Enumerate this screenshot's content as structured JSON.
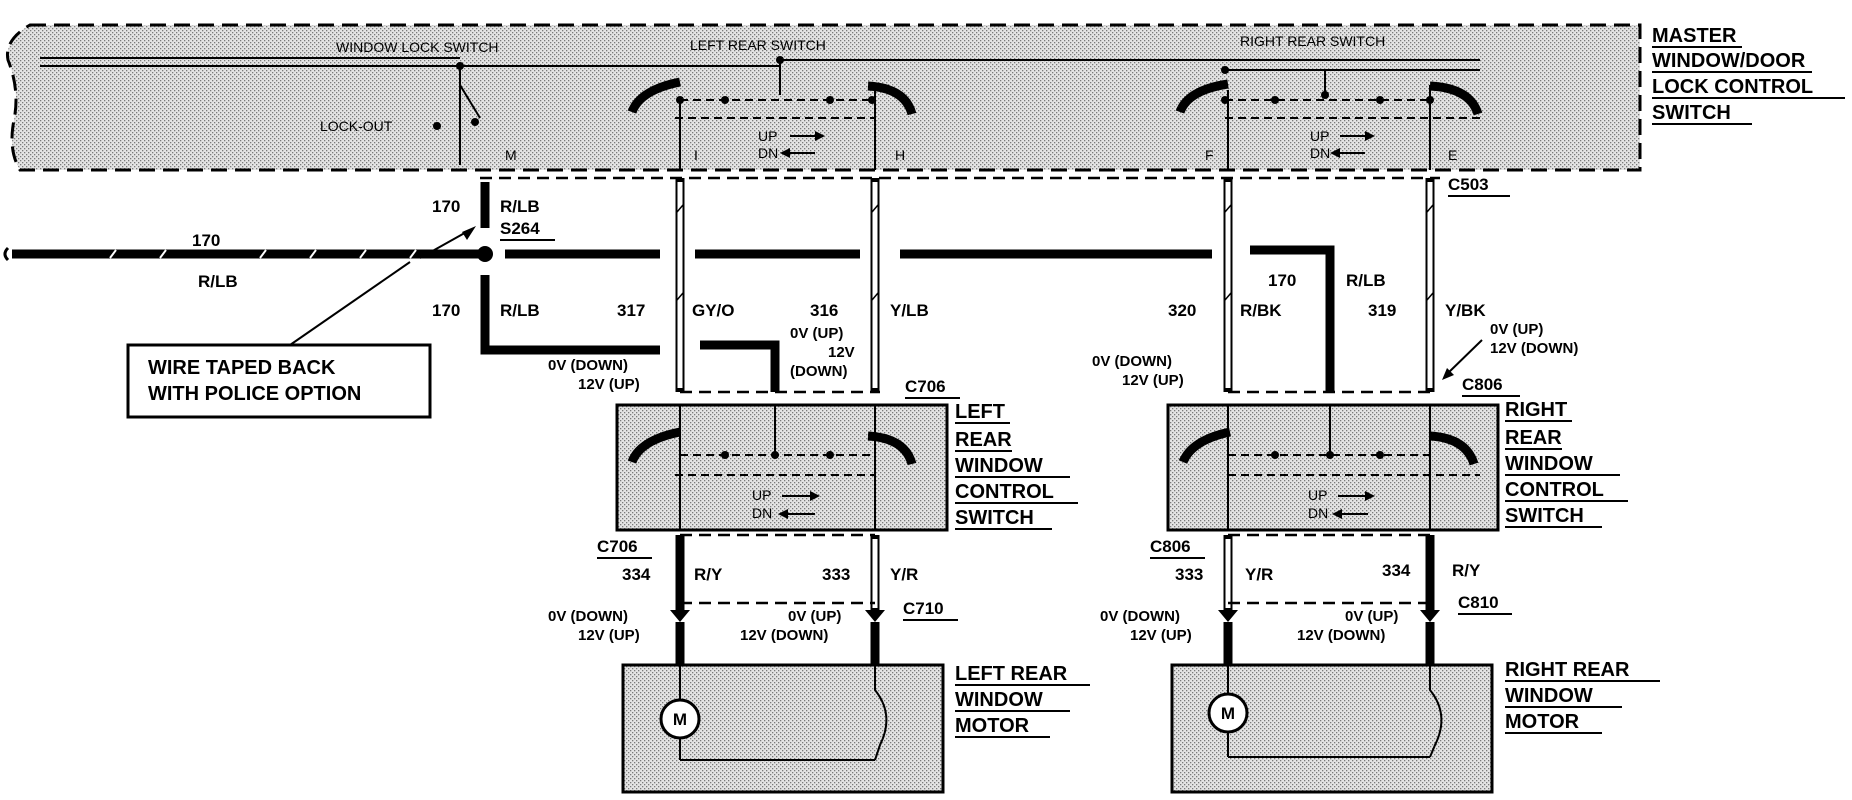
{
  "diagram": {
    "master_switch": {
      "title_lines": [
        "MASTER",
        "WINDOW/DOOR",
        "LOCK CONTROL",
        "SWITCH"
      ],
      "window_lock_switch": "WINDOW LOCK SWITCH",
      "left_rear_switch": "LEFT REAR SWITCH",
      "right_rear_switch": "RIGHT REAR SWITCH",
      "lock_out": "LOCK-OUT",
      "pins": [
        "M",
        "I",
        "H",
        "F",
        "E"
      ],
      "up": "UP",
      "dn": "DN"
    },
    "connectors": {
      "c503": "C503",
      "s264": "S264",
      "c706": "C706",
      "c806": "C806",
      "c710": "C710",
      "c810": "C810"
    },
    "wires": {
      "feed_circuit": "170",
      "feed_color": "R/LB",
      "w170_top": "170",
      "w170_top_color": "R/LB",
      "w170_bottom": "170",
      "w170_bottom_color": "R/LB",
      "w317": "317",
      "w317_color": "GY/O",
      "w316": "316",
      "w316_color": "Y/LB",
      "w320": "320",
      "w320_color": "R/BK",
      "w170_right": "170",
      "w170_right_color": "R/LB",
      "w319": "319",
      "w319_color": "Y/BK",
      "w334_left": "334",
      "w334_left_color": "R/Y",
      "w333_left": "333",
      "w333_left_color": "Y/R",
      "w333_right": "333",
      "w333_right_color": "Y/R",
      "w334_right": "334",
      "w334_right_color": "R/Y"
    },
    "voltages": {
      "l317_a": "0V (DOWN)",
      "l317_b": "12V (UP)",
      "l316_a": "0V (UP)",
      "l316_b": "12V",
      "l316_c": "(DOWN)",
      "r320_a": "0V (DOWN)",
      "r320_b": "12V (UP)",
      "r319_a": "0V (UP)",
      "r319_b": "12V (DOWN)",
      "lm_left_a": "0V (DOWN)",
      "lm_left_b": "12V (UP)",
      "lm_right_a": "0V (UP)",
      "lm_right_b": "12V (DOWN)",
      "rm_left_a": "0V (DOWN)",
      "rm_left_b": "12V (UP)",
      "rm_right_a": "0V (UP)",
      "rm_right_b": "12V (DOWN)"
    },
    "callout": {
      "lines": [
        "WIRE TAPED BACK",
        "WITH POLICE OPTION"
      ]
    },
    "left_rear_switch_box": {
      "title_lines": [
        "LEFT",
        "REAR",
        "WINDOW",
        "CONTROL",
        "SWITCH"
      ]
    },
    "right_rear_switch_box": {
      "title_lines": [
        "RIGHT",
        "REAR",
        "WINDOW",
        "CONTROL",
        "SWITCH"
      ]
    },
    "left_motor": {
      "title_lines": [
        "LEFT REAR",
        "WINDOW",
        "MOTOR"
      ],
      "symbol": "M"
    },
    "right_motor": {
      "title_lines": [
        "RIGHT REAR",
        "WINDOW",
        "MOTOR"
      ],
      "symbol": "M"
    }
  }
}
